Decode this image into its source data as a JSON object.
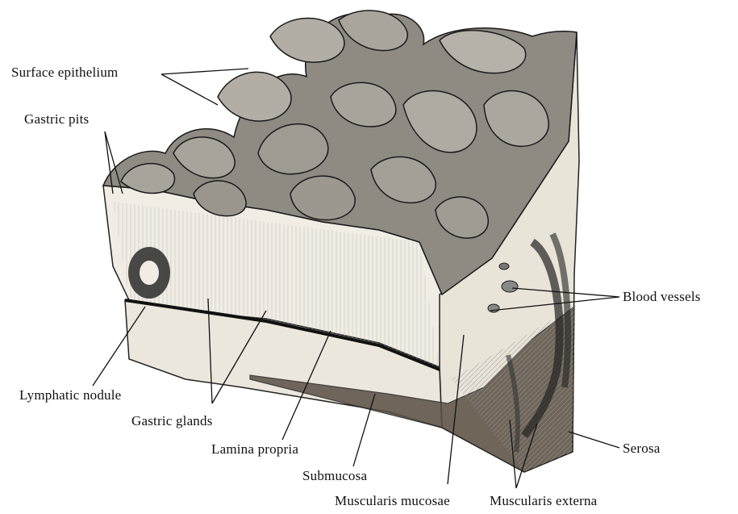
{
  "diagram": {
    "labels": {
      "surface_epithelium": "Surface epithelium",
      "gastric_pits": "Gastric pits",
      "blood_vessels": "Blood  vessels",
      "lymphatic_nodule": "Lymphatic nodule",
      "gastric_glands": "Gastric glands",
      "lamina_propria": "Lamina propria",
      "submucosa": "Submucosa",
      "muscularis_mucosae": "Muscularis mucosae",
      "muscularis_externa": "Muscularis externa",
      "serosa": "Serosa"
    }
  }
}
